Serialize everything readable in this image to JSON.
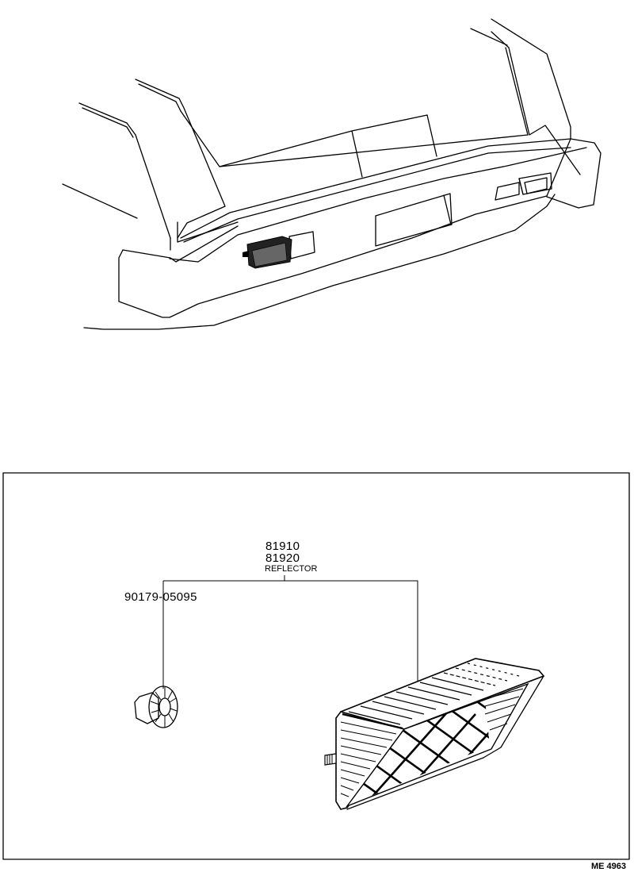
{
  "diagram": {
    "type": "parts-illustration",
    "top_view": {
      "subject": "vehicle rear view with rear bumper and reflectors"
    },
    "parts_box": {
      "parts": [
        {
          "part_numbers": [
            "81910",
            "81920"
          ],
          "name": "REFLECTOR"
        },
        {
          "part_numbers": [
            "90179-05095"
          ],
          "name": ""
        }
      ],
      "assembly_label": {
        "line1": "81910",
        "line2": "81920",
        "name": "REFLECTOR"
      },
      "nut_label": "90179-05095"
    },
    "figure_code": "ME 4963"
  }
}
